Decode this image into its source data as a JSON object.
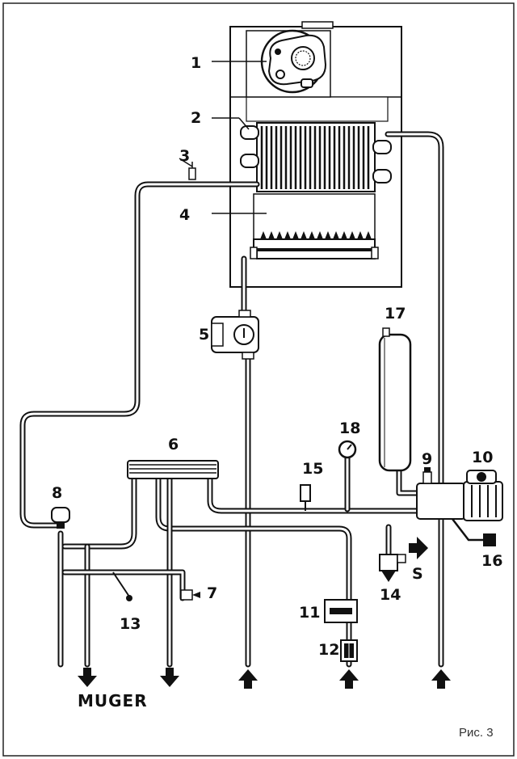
{
  "figure_label": "Рис. 3",
  "outlet_label": "MUGER",
  "service_label": "S",
  "callouts": [
    {
      "text": "1"
    },
    {
      "text": "2"
    },
    {
      "text": "3"
    },
    {
      "text": "4"
    },
    {
      "text": "5"
    },
    {
      "text": "6"
    },
    {
      "text": "7"
    },
    {
      "text": "8"
    },
    {
      "text": "9"
    },
    {
      "text": "10"
    },
    {
      "text": "11"
    },
    {
      "text": "12"
    },
    {
      "text": "13"
    },
    {
      "text": "14"
    },
    {
      "text": "15"
    },
    {
      "text": "16"
    },
    {
      "text": "17"
    },
    {
      "text": "18"
    }
  ]
}
